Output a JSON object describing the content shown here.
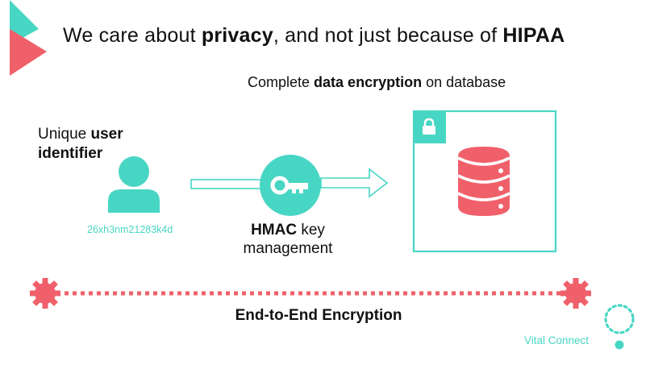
{
  "title": {
    "part1": "We care about ",
    "bold1": "privacy",
    "part2": ", and not just because of ",
    "bold2": "HIPAA"
  },
  "database_caption": {
    "part1": "Complete ",
    "bold": "data encryption",
    "part2": " on database"
  },
  "user": {
    "label_part1": "Unique ",
    "label_bold1": "user",
    "label_bold2": "identifier",
    "id_value": "26xh3nm21283k4d"
  },
  "key_caption": {
    "bold": "HMAC",
    "part1": " key",
    "line2": "management"
  },
  "encryption_caption": "End-to-End Encryption",
  "brand": "Vital Connect",
  "colors": {
    "teal": "#48d6c4",
    "coral": "#f0606a",
    "text": "#111111"
  },
  "icons": [
    "user-icon",
    "key-icon",
    "lock-icon",
    "database-icon",
    "arrow-icon",
    "gear-icon",
    "logo-ring-icon"
  ]
}
